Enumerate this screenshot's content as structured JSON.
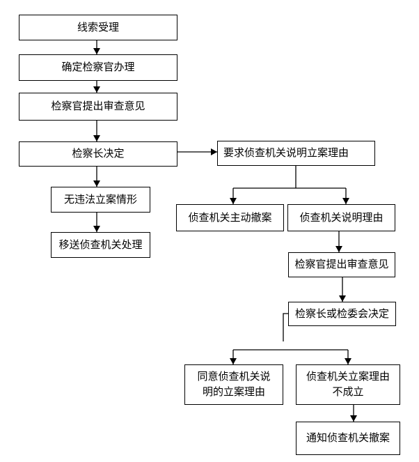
{
  "page": {
    "background": "#ffffff",
    "line_color": "#000000",
    "box_border_color": "#000000",
    "box_fill": "#ffffff",
    "text_color": "#000000"
  },
  "nodes": {
    "clue_acceptance": {
      "label": "线索受理"
    },
    "assign_prosecutor": {
      "label": "确定检察官办理"
    },
    "prosecutor_opinion_1": {
      "label": "检察官提出审查意见"
    },
    "chief_decision": {
      "label": "检察长决定"
    },
    "no_illegal_filing": {
      "label": "无违法立案情形"
    },
    "transfer_handling": {
      "label": "移送侦查机关处理"
    },
    "require_reason": {
      "label": "要求侦查机关说明立案理由"
    },
    "voluntary_withdraw": {
      "label": "侦查机关主动撤案"
    },
    "explain_reason": {
      "label": "侦查机关说明理由"
    },
    "prosecutor_opinion_2": {
      "label": "检察官提出审查意见"
    },
    "chief_or_committee": {
      "label": "检察长或检委会决定"
    },
    "agree_reason": {
      "label": "同意侦查机关说\n明的立案理由"
    },
    "reason_not_established": {
      "label": "侦查机关立案理由\n不成立"
    },
    "notify_withdraw": {
      "label": "通知侦查机关撤案"
    }
  }
}
